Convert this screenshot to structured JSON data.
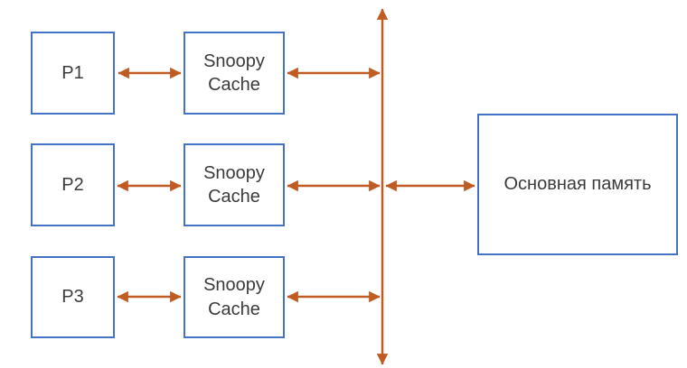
{
  "diagram": {
    "type": "block-diagram",
    "topic": "Snoopy cache coherence bus architecture",
    "colors": {
      "box_border": "#4472C4",
      "arrow": "#C05B24",
      "text": "#3B3B3B",
      "background": "#FFFFFF"
    },
    "nodes": {
      "p1": {
        "label": "P1"
      },
      "p2": {
        "label": "P2"
      },
      "p3": {
        "label": "P3"
      },
      "cache1": {
        "label": "Snoopy Cache"
      },
      "cache2": {
        "label": "Snoopy Cache"
      },
      "cache3": {
        "label": "Snoopy Cache"
      },
      "memory": {
        "label": "Основная память"
      }
    },
    "connections": [
      {
        "from": "p1",
        "to": "cache1",
        "bidirectional": true
      },
      {
        "from": "p2",
        "to": "cache2",
        "bidirectional": true
      },
      {
        "from": "p3",
        "to": "cache3",
        "bidirectional": true
      },
      {
        "from": "cache1",
        "to": "bus",
        "bidirectional": true
      },
      {
        "from": "cache2",
        "to": "bus",
        "bidirectional": true
      },
      {
        "from": "cache3",
        "to": "bus",
        "bidirectional": true
      },
      {
        "from": "bus",
        "to": "memory",
        "bidirectional": true
      },
      {
        "from": "bus",
        "to": "bus",
        "note": "vertical shared bus with arrowheads at top and bottom"
      }
    ]
  }
}
